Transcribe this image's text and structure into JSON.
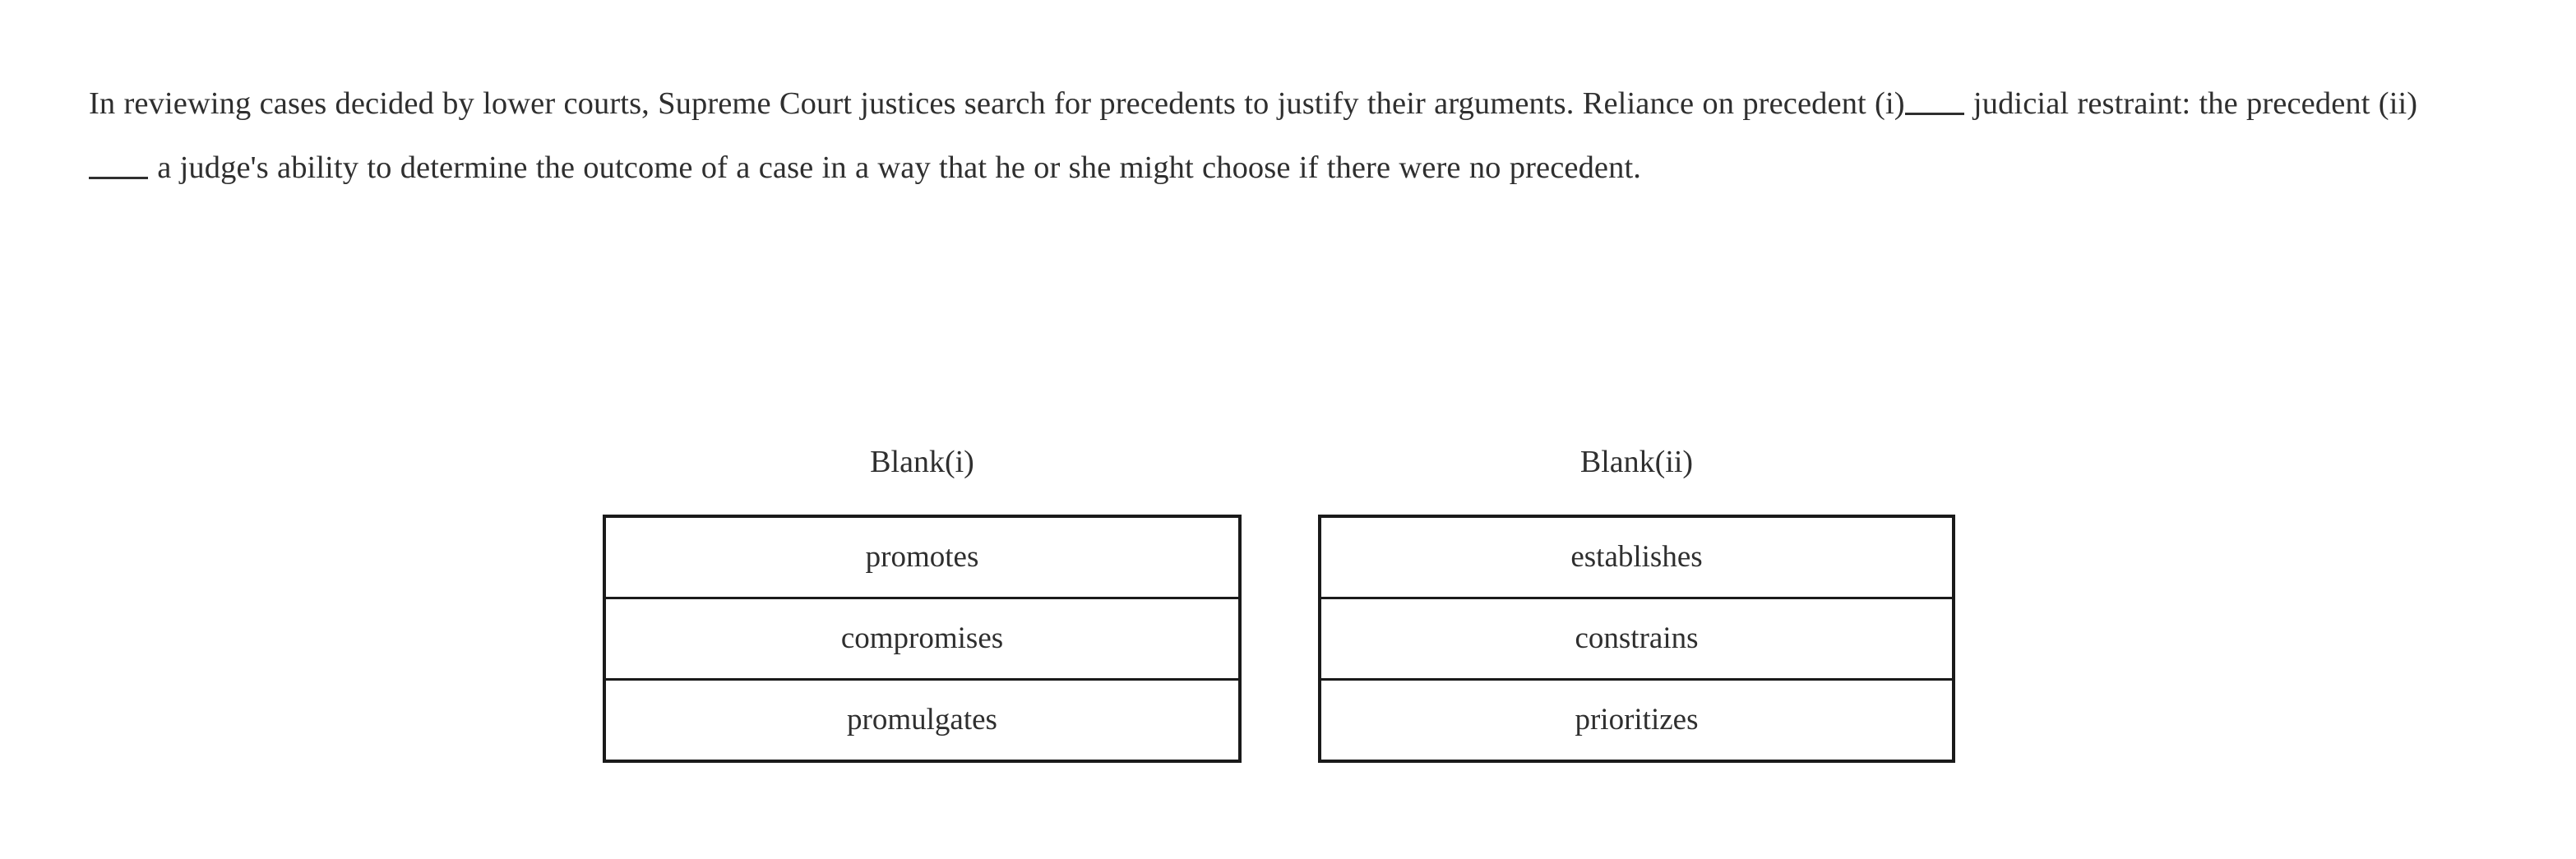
{
  "question": {
    "text_part_1": "In reviewing cases decided by lower courts, Supreme Court justices search for precedents to justify their arguments. Reliance on precedent (i)",
    "text_part_2": " judicial restraint: the precedent (ii)",
    "text_part_3": " a judge's ability to determine the outcome of a case in a way that he or she might choose if there were no precedent.",
    "full_text": "In reviewing cases decided by lower courts, Supreme Court justices search for precedents to justify their arguments. Reliance on precedent (i)_____ judicial restraint: the precedent (ii)_____ a judge's ability to determine the outcome of a case in a way that he or she might choose if there were no precedent.",
    "blank_marker": "_____"
  },
  "answer_groups": [
    {
      "heading": "Blank(i)",
      "options": [
        {
          "label": "promotes"
        },
        {
          "label": "compromises"
        },
        {
          "label": "promulgates"
        }
      ]
    },
    {
      "heading": "Blank(ii)",
      "options": [
        {
          "label": "establishes"
        },
        {
          "label": "constrains"
        },
        {
          "label": "prioritizes"
        }
      ]
    }
  ],
  "colors": {
    "background": "#ffffff",
    "text": "#2f2f2f",
    "table_border": "#1a1a1a"
  }
}
